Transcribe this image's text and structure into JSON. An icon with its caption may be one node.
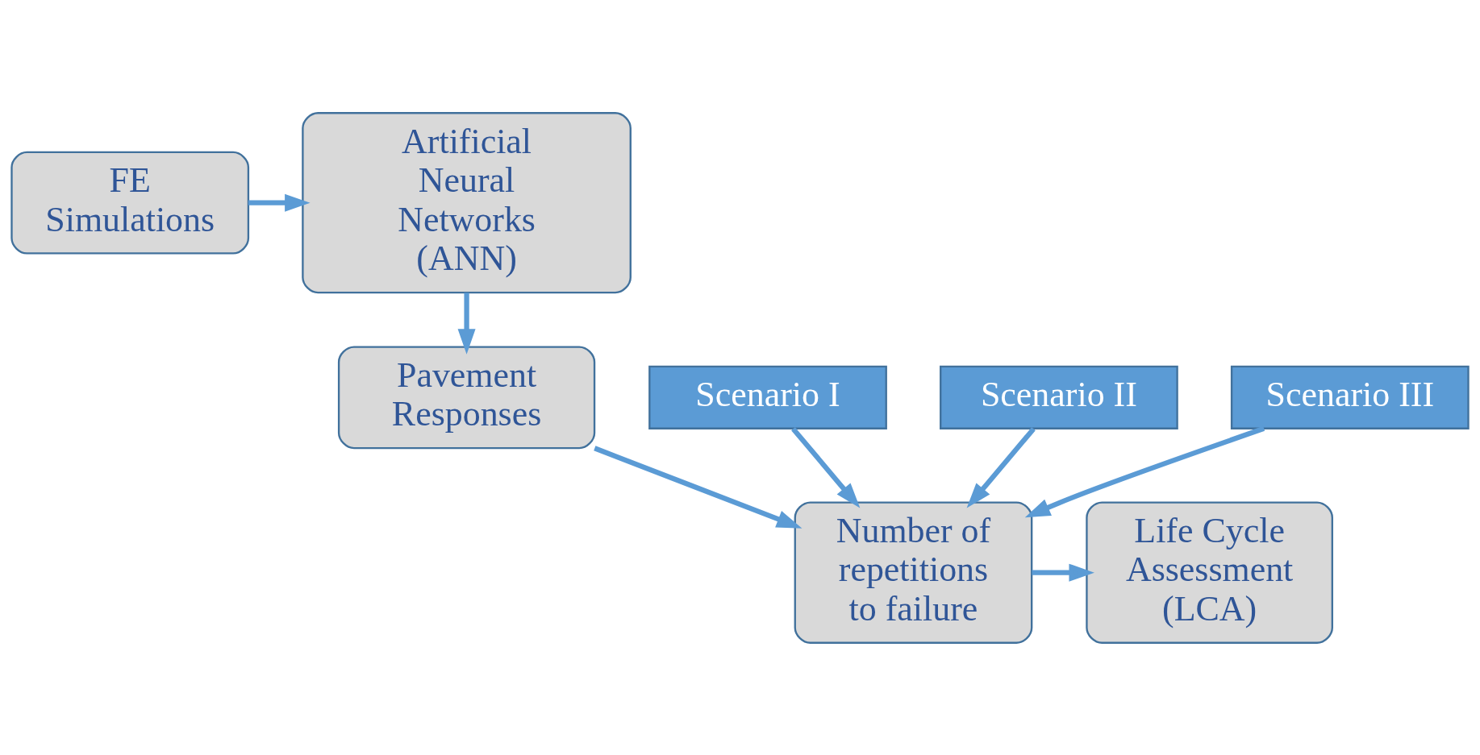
{
  "diagram": {
    "nodes": [
      {
        "text": [
          "FE Simulations"
        ]
      },
      {
        "text": [
          "Artificial Neural Networks (ANN)"
        ]
      },
      {
        "text": [
          "Pavement Responses"
        ]
      },
      {
        "text": [
          "Scenario I"
        ]
      },
      {
        "text": [
          "Scenario II"
        ]
      },
      {
        "text": [
          "Scenario III"
        ]
      },
      {
        "text": [
          "Number of repetitions to failure"
        ]
      },
      {
        "text": [
          "Life Cycle Assessment (LCA)"
        ]
      }
    ],
    "edges": [
      {
        "from": 0,
        "to": 1,
        "arrow": "to"
      },
      {
        "from": 1,
        "to": 2,
        "arrow": "to"
      },
      {
        "from": 2,
        "to": 6,
        "arrow": "to"
      },
      {
        "from": 3,
        "to": 6,
        "arrow": "to"
      },
      {
        "from": 4,
        "to": 6,
        "arrow": "to"
      },
      {
        "from": 5,
        "to": 6,
        "arrow": "to"
      },
      {
        "from": 6,
        "to": 7,
        "arrow": "to"
      }
    ]
  }
}
